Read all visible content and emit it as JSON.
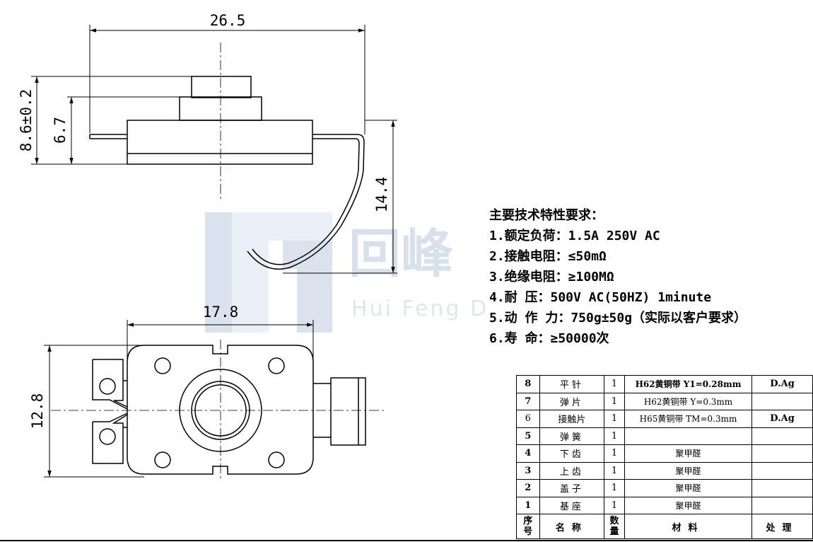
{
  "dimensions": {
    "top_width": "26.5",
    "total_height": "8.6±0.2",
    "body_height": "6.7",
    "lead_height": "14.4",
    "bottom_width": "17.8",
    "bottom_height": "12.8"
  },
  "watermark": {
    "logo_text": "hf",
    "chinese": "回峰",
    "english": "Hui Feng D"
  },
  "specs": {
    "title": "主要技术特性要求：",
    "items": [
      "1.额定负荷：1.5A 250V AC",
      "2.接触电阻：≤50mΩ",
      "3.绝缘电阻：≥100MΩ",
      "4.耐    压：500V AC(50HZ) 1minute",
      "5.动 作 力：750g±50g（实际以客户要求）",
      "6.寿    命：≥50000次"
    ]
  },
  "parts_table": {
    "rows": [
      {
        "no": "8",
        "name": "平针",
        "qty": "1",
        "material": "H62黄铜带 Y1=0.28mm",
        "treatment": "D.Ag"
      },
      {
        "no": "7",
        "name": "弹片",
        "qty": "1",
        "material": "H62黄铜带 Y=0.3mm",
        "treatment": ""
      },
      {
        "no": "6",
        "name": "接触片",
        "qty": "1",
        "material": "H65黄铜带 TM=0.3mm",
        "treatment": "D.Ag"
      },
      {
        "no": "5",
        "name": "弹簧",
        "qty": "1",
        "material": "",
        "treatment": ""
      },
      {
        "no": "4",
        "name": "下齿",
        "qty": "1",
        "material": "聚甲醛",
        "treatment": ""
      },
      {
        "no": "3",
        "name": "上齿",
        "qty": "1",
        "material": "聚甲醛",
        "treatment": ""
      },
      {
        "no": "2",
        "name": "盖子",
        "qty": "1",
        "material": "聚甲醛",
        "treatment": ""
      },
      {
        "no": "1",
        "name": "基座",
        "qty": "1",
        "material": "聚甲醛",
        "treatment": ""
      }
    ],
    "header": {
      "no": "序号",
      "name": "名称",
      "qty": "数量",
      "material": "材料",
      "treatment": "处理"
    }
  }
}
